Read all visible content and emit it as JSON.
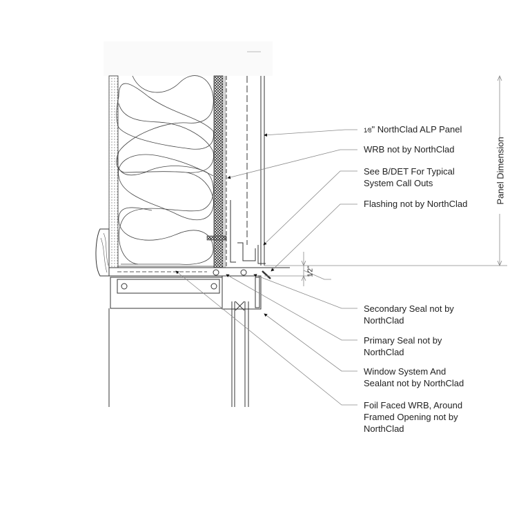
{
  "callouts_upper": [
    {
      "fraction": "1⁄8",
      "text": "\" NorthClad ALP Panel"
    },
    {
      "text": "WRB not by NorthClad"
    },
    {
      "line1": "See B/DET For Typical",
      "line2": "System Call Outs"
    },
    {
      "text": "Flashing not by NorthClad"
    }
  ],
  "callouts_lower": [
    {
      "line1": "Secondary Seal not by",
      "line2": "NorthClad"
    },
    {
      "line1": "Primary Seal not by",
      "line2": "NorthClad"
    },
    {
      "line1": "Window System And",
      "line2": "Sealant not by NorthClad"
    },
    {
      "line1": "Foil Faced WRB, Around",
      "line2": "Framed Opening not by",
      "line3": "NorthClad"
    }
  ],
  "dimensions": {
    "panel": "Panel Dimension",
    "gap": "1⁄2\""
  },
  "colors": {
    "line": "#333333",
    "leader": "#888888"
  }
}
